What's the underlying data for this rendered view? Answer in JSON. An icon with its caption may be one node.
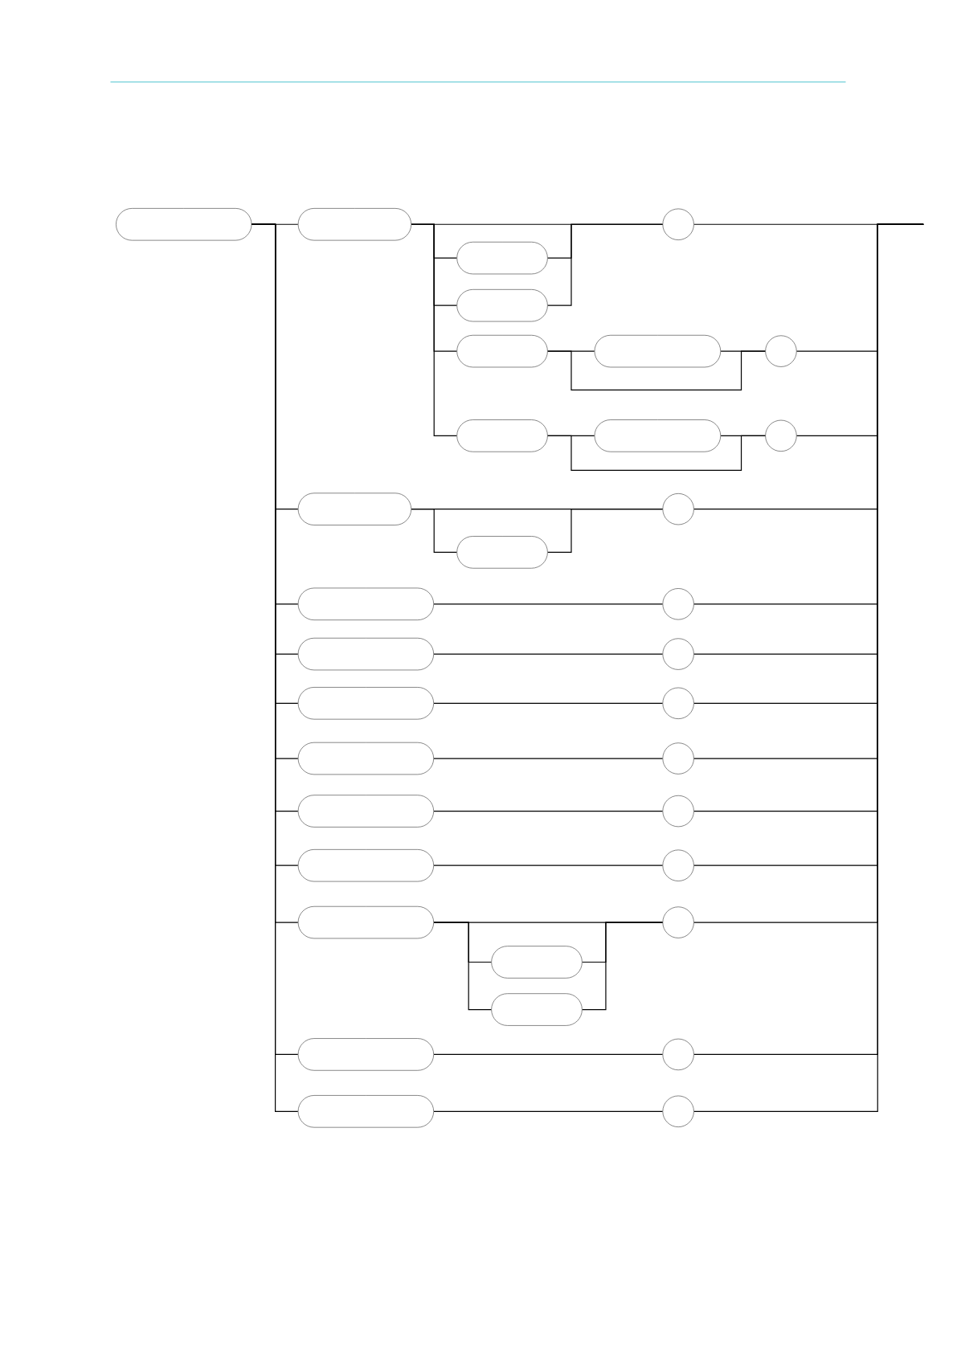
{
  "diagram": {
    "nodes": [
      {
        "text": [],
        "shape": "box"
      },
      {
        "text": [],
        "shape": "box"
      },
      {
        "text": [],
        "shape": "circle"
      },
      {
        "text": [],
        "shape": "box"
      },
      {
        "text": [],
        "shape": "box"
      },
      {
        "text": [],
        "shape": "box"
      },
      {
        "text": [],
        "shape": "box"
      },
      {
        "text": [],
        "shape": "circle"
      },
      {
        "text": [],
        "shape": "box"
      },
      {
        "text": [],
        "shape": "box"
      },
      {
        "text": [],
        "shape": "circle"
      },
      {
        "text": [],
        "shape": "box"
      },
      {
        "text": [],
        "shape": "circle"
      },
      {
        "text": [],
        "shape": "box"
      },
      {
        "text": [],
        "shape": "box"
      },
      {
        "text": [],
        "shape": "circle"
      },
      {
        "text": [],
        "shape": "box"
      },
      {
        "text": [],
        "shape": "circle"
      },
      {
        "text": [],
        "shape": "box"
      },
      {
        "text": [],
        "shape": "circle"
      },
      {
        "text": [],
        "shape": "box"
      },
      {
        "text": [],
        "shape": "circle"
      },
      {
        "text": [],
        "shape": "box"
      },
      {
        "text": [],
        "shape": "circle"
      },
      {
        "text": [],
        "shape": "box"
      },
      {
        "text": [],
        "shape": "circle"
      },
      {
        "text": [],
        "shape": "box"
      },
      {
        "text": [],
        "shape": "circle"
      },
      {
        "text": [],
        "shape": "box"
      },
      {
        "text": [],
        "shape": "box"
      },
      {
        "text": [],
        "shape": "box"
      },
      {
        "text": [],
        "shape": "circle"
      },
      {
        "text": [],
        "shape": "box"
      },
      {
        "text": [],
        "shape": "circle"
      }
    ],
    "edges": [
      {
        "from": 0,
        "to": 1,
        "arrow": "none"
      },
      {
        "from": 0,
        "to": 11,
        "arrow": "none"
      },
      {
        "from": 0,
        "to": 14,
        "arrow": "none"
      },
      {
        "from": 0,
        "to": 16,
        "arrow": "none"
      },
      {
        "from": 0,
        "to": 18,
        "arrow": "none"
      },
      {
        "from": 0,
        "to": 20,
        "arrow": "none"
      },
      {
        "from": 0,
        "to": 22,
        "arrow": "none"
      },
      {
        "from": 0,
        "to": 24,
        "arrow": "none"
      },
      {
        "from": 0,
        "to": 26,
        "arrow": "none"
      },
      {
        "from": 0,
        "to": 30,
        "arrow": "none"
      },
      {
        "from": 0,
        "to": 32,
        "arrow": "none"
      },
      {
        "from": 1,
        "to": 2,
        "arrow": "none"
      },
      {
        "from": 1,
        "to": 3,
        "arrow": "none"
      },
      {
        "from": 1,
        "to": 4,
        "arrow": "none"
      },
      {
        "from": 1,
        "to": 5,
        "arrow": "none"
      },
      {
        "from": 1,
        "to": 8,
        "arrow": "none"
      },
      {
        "from": 3,
        "to": 2,
        "arrow": "none"
      },
      {
        "from": 4,
        "to": 2,
        "arrow": "none"
      },
      {
        "from": 5,
        "to": 6,
        "arrow": "none"
      },
      {
        "from": 6,
        "to": 7,
        "arrow": "none"
      },
      {
        "from": 5,
        "to": 7,
        "arrow": "none"
      },
      {
        "from": 8,
        "to": 9,
        "arrow": "none"
      },
      {
        "from": 9,
        "to": 10,
        "arrow": "none"
      },
      {
        "from": 8,
        "to": 10,
        "arrow": "none"
      },
      {
        "from": 11,
        "to": 12,
        "arrow": "none"
      },
      {
        "from": 11,
        "to": 13,
        "arrow": "none"
      },
      {
        "from": 13,
        "to": 12,
        "arrow": "none"
      },
      {
        "from": 14,
        "to": 15,
        "arrow": "none"
      },
      {
        "from": 16,
        "to": 17,
        "arrow": "none"
      },
      {
        "from": 18,
        "to": 19,
        "arrow": "none"
      },
      {
        "from": 20,
        "to": 21,
        "arrow": "none"
      },
      {
        "from": 22,
        "to": 23,
        "arrow": "none"
      },
      {
        "from": 24,
        "to": 25,
        "arrow": "none"
      },
      {
        "from": 26,
        "to": 27,
        "arrow": "none"
      },
      {
        "from": 26,
        "to": 28,
        "arrow": "none"
      },
      {
        "from": 26,
        "to": 29,
        "arrow": "none"
      },
      {
        "from": 28,
        "to": 27,
        "arrow": "none"
      },
      {
        "from": 29,
        "to": 27,
        "arrow": "none"
      },
      {
        "from": 30,
        "to": 31,
        "arrow": "none"
      },
      {
        "from": 32,
        "to": 33,
        "arrow": "none"
      },
      {
        "from": 2,
        "to": null,
        "arrow": "none"
      },
      {
        "from": 7,
        "to": null,
        "arrow": "none"
      },
      {
        "from": 10,
        "to": null,
        "arrow": "none"
      },
      {
        "from": 12,
        "to": null,
        "arrow": "none"
      },
      {
        "from": 15,
        "to": null,
        "arrow": "none"
      },
      {
        "from": 17,
        "to": null,
        "arrow": "none"
      },
      {
        "from": 19,
        "to": null,
        "arrow": "none"
      },
      {
        "from": 21,
        "to": null,
        "arrow": "none"
      },
      {
        "from": 23,
        "to": null,
        "arrow": "none"
      },
      {
        "from": 25,
        "to": null,
        "arrow": "none"
      },
      {
        "from": 27,
        "to": null,
        "arrow": "none"
      },
      {
        "from": 31,
        "to": null,
        "arrow": "none"
      },
      {
        "from": 33,
        "to": null,
        "arrow": "none"
      }
    ]
  }
}
